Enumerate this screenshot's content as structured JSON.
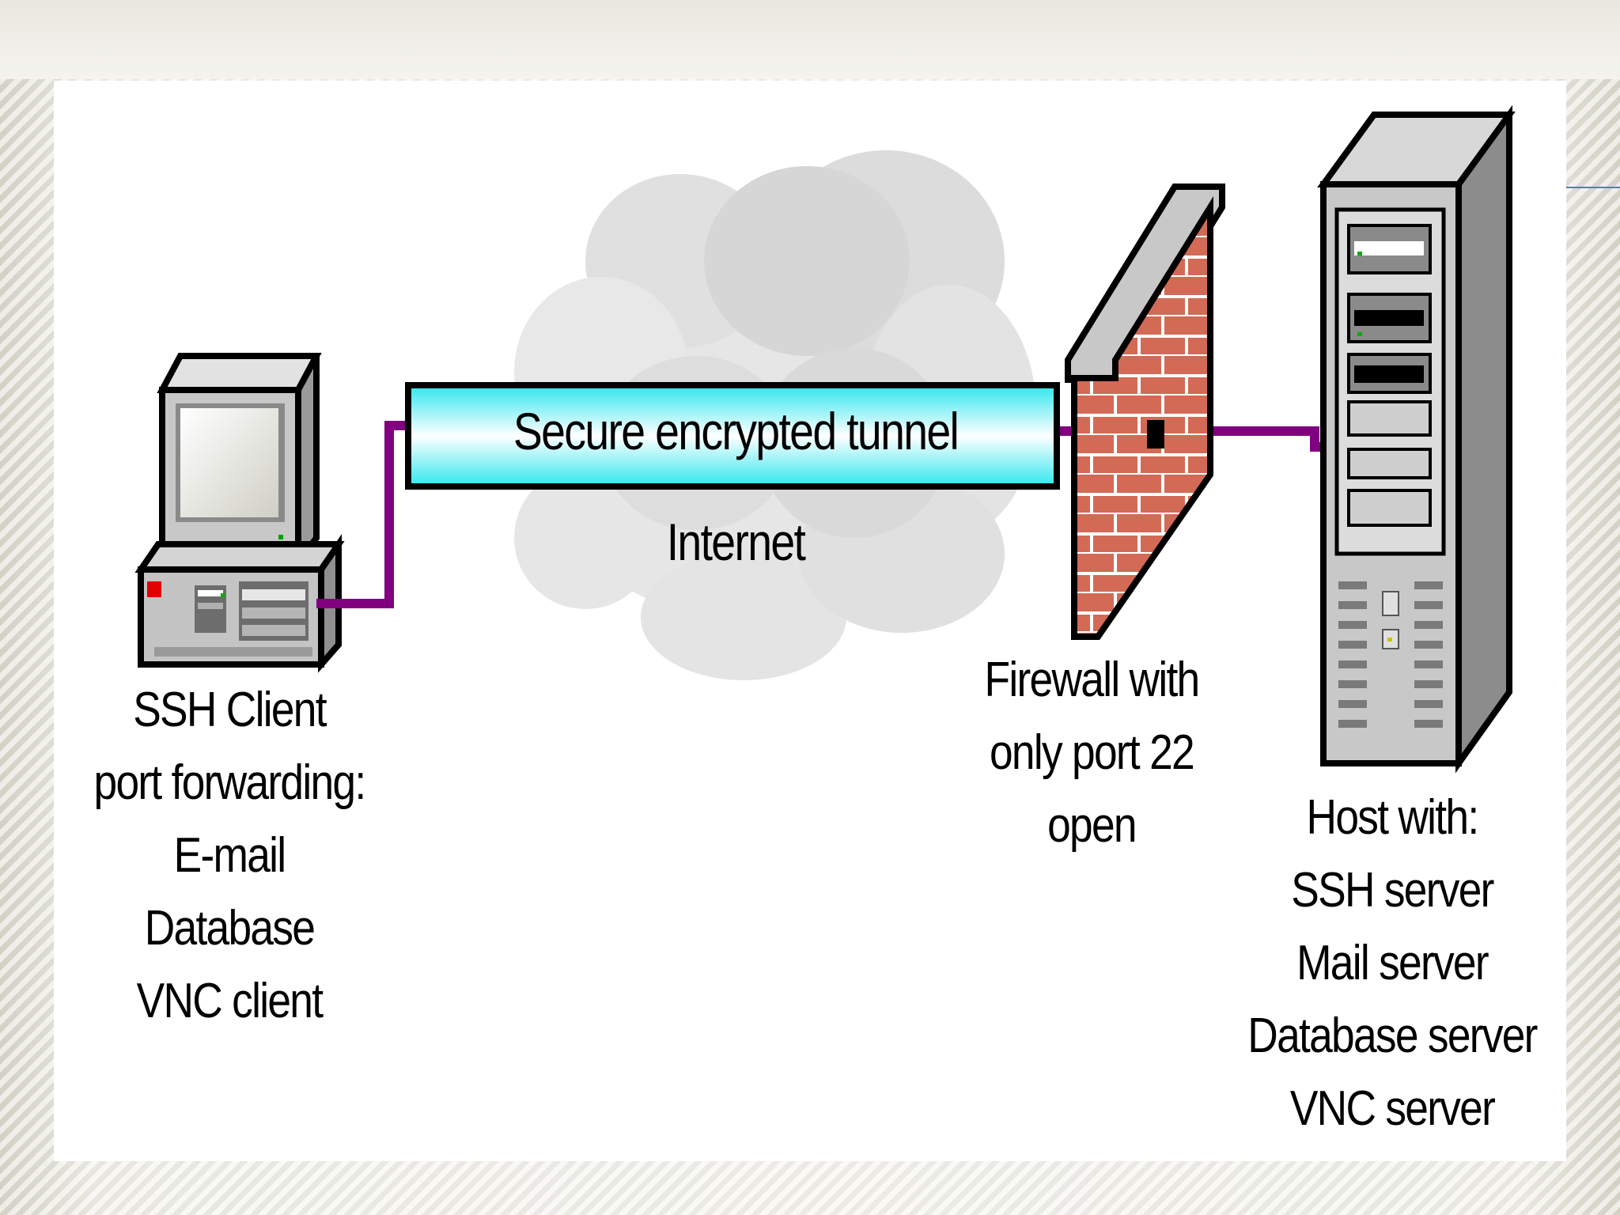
{
  "diagram": {
    "tunnel_label": "Secure encrypted tunnel",
    "cloud_label": "Internet",
    "client_label": [
      "SSH Client",
      "port forwarding:",
      "E-mail",
      "Database",
      "VNC client"
    ],
    "firewall_label": [
      "Firewall with",
      "only port 22",
      "open"
    ],
    "host_label": [
      "Host with:",
      "SSH server",
      "Mail server",
      "Database server",
      "VNC server"
    ],
    "colors": {
      "connection_line": "#800080",
      "tunnel_cyan": "#2fe6ee",
      "brick": "#d26a55",
      "cloud": "#d2d2d2"
    }
  }
}
